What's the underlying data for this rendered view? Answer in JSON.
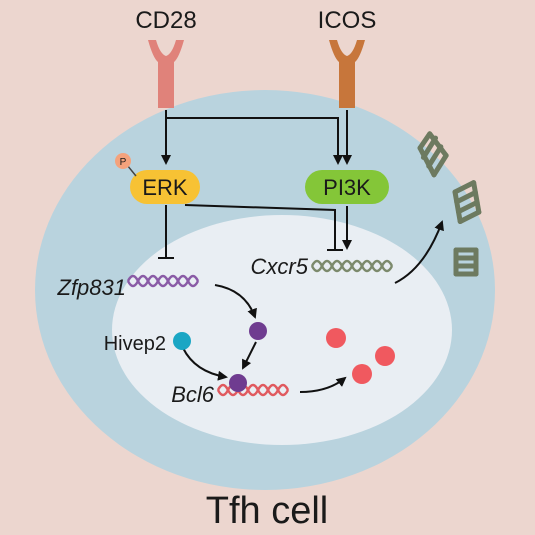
{
  "receptors": {
    "cd28": {
      "label": "CD28",
      "color": "#e0827a"
    },
    "icos": {
      "label": "ICOS",
      "color": "#c7763b"
    }
  },
  "kinases": {
    "erk": {
      "label": "ERK",
      "color": "#f7c234",
      "phospho": "P"
    },
    "pi3k": {
      "label": "PI3K",
      "color": "#84c638"
    }
  },
  "genes": {
    "zfp831": {
      "label": "Zfp831",
      "color": "#8a5ba6"
    },
    "cxcr5": {
      "label": "Cxcr5",
      "color": "#7c8a6c"
    },
    "bcl6": {
      "label": "Bcl6",
      "color": "#e05a5f"
    }
  },
  "factors": {
    "hivep2": {
      "label": "Hivep2",
      "color": "#1aa6c4"
    }
  },
  "cell_label": "Tfh cell",
  "colors": {
    "background": "#ecd6cf",
    "cytoplasm": "#b9d3de",
    "nucleus": "#e9eef3",
    "protein_dot": "#6f3c90",
    "bcl6_protein": "#f0595f",
    "surface_receptor": "#6d7a60"
  }
}
